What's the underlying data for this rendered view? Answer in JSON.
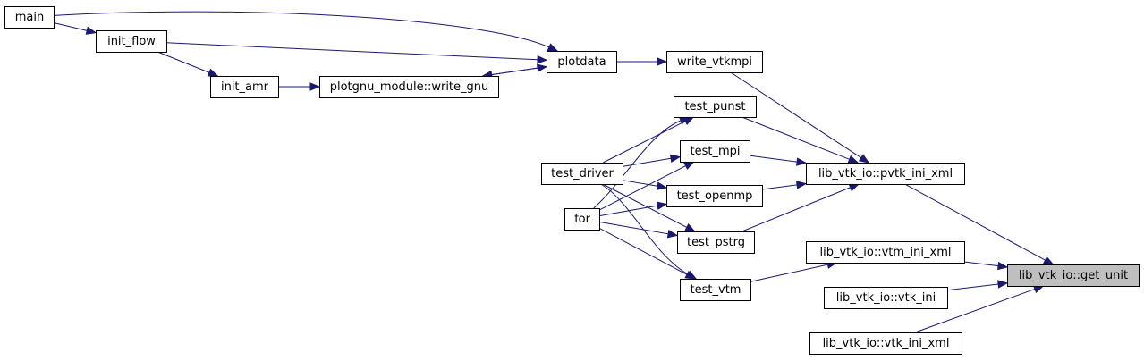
{
  "graph": {
    "colors": {
      "edge": "#191970",
      "node_fill": "#ffffff",
      "focus_fill": "#bfbfbf",
      "border": "#000000"
    },
    "nodes": [
      {
        "id": "main",
        "label": "main"
      },
      {
        "id": "init_flow",
        "label": "init_flow"
      },
      {
        "id": "init_amr",
        "label": "init_amr"
      },
      {
        "id": "write_gnu",
        "label": "plotgnu_module::write_gnu"
      },
      {
        "id": "plotdata",
        "label": "plotdata"
      },
      {
        "id": "write_vtkmpi",
        "label": "write_vtkmpi"
      },
      {
        "id": "test_punst",
        "label": "test_punst"
      },
      {
        "id": "test_mpi",
        "label": "test_mpi"
      },
      {
        "id": "test_driver",
        "label": "test_driver"
      },
      {
        "id": "test_openmp",
        "label": "test_openmp"
      },
      {
        "id": "for",
        "label": "for"
      },
      {
        "id": "test_pstrg",
        "label": "test_pstrg"
      },
      {
        "id": "test_vtm",
        "label": "test_vtm"
      },
      {
        "id": "pvtk_ini_xml",
        "label": "lib_vtk_io::pvtk_ini_xml"
      },
      {
        "id": "vtm_ini_xml",
        "label": "lib_vtk_io::vtm_ini_xml"
      },
      {
        "id": "vtk_ini",
        "label": "lib_vtk_io::vtk_ini"
      },
      {
        "id": "vtk_ini_xml",
        "label": "lib_vtk_io::vtk_ini_xml"
      },
      {
        "id": "get_unit",
        "label": "lib_vtk_io::get_unit",
        "focus": true
      }
    ],
    "edges": [
      [
        "main",
        "init_flow"
      ],
      [
        "main",
        "plotdata"
      ],
      [
        "init_flow",
        "init_amr"
      ],
      [
        "init_flow",
        "plotdata"
      ],
      [
        "init_amr",
        "write_gnu"
      ],
      [
        "write_gnu",
        "plotdata"
      ],
      [
        "plotdata",
        "write_gnu"
      ],
      [
        "plotdata",
        "write_vtkmpi"
      ],
      [
        "write_vtkmpi",
        "pvtk_ini_xml"
      ],
      [
        "test_driver",
        "test_punst"
      ],
      [
        "test_driver",
        "test_mpi"
      ],
      [
        "test_driver",
        "test_openmp"
      ],
      [
        "test_driver",
        "test_pstrg"
      ],
      [
        "test_driver",
        "test_vtm"
      ],
      [
        "for",
        "test_punst"
      ],
      [
        "for",
        "test_mpi"
      ],
      [
        "for",
        "test_openmp"
      ],
      [
        "for",
        "test_pstrg"
      ],
      [
        "for",
        "test_vtm"
      ],
      [
        "test_punst",
        "pvtk_ini_xml"
      ],
      [
        "test_mpi",
        "pvtk_ini_xml"
      ],
      [
        "test_openmp",
        "pvtk_ini_xml"
      ],
      [
        "test_pstrg",
        "pvtk_ini_xml"
      ],
      [
        "test_vtm",
        "vtm_ini_xml"
      ],
      [
        "pvtk_ini_xml",
        "get_unit"
      ],
      [
        "vtm_ini_xml",
        "get_unit"
      ],
      [
        "vtk_ini",
        "get_unit"
      ],
      [
        "vtk_ini_xml",
        "get_unit"
      ]
    ]
  }
}
